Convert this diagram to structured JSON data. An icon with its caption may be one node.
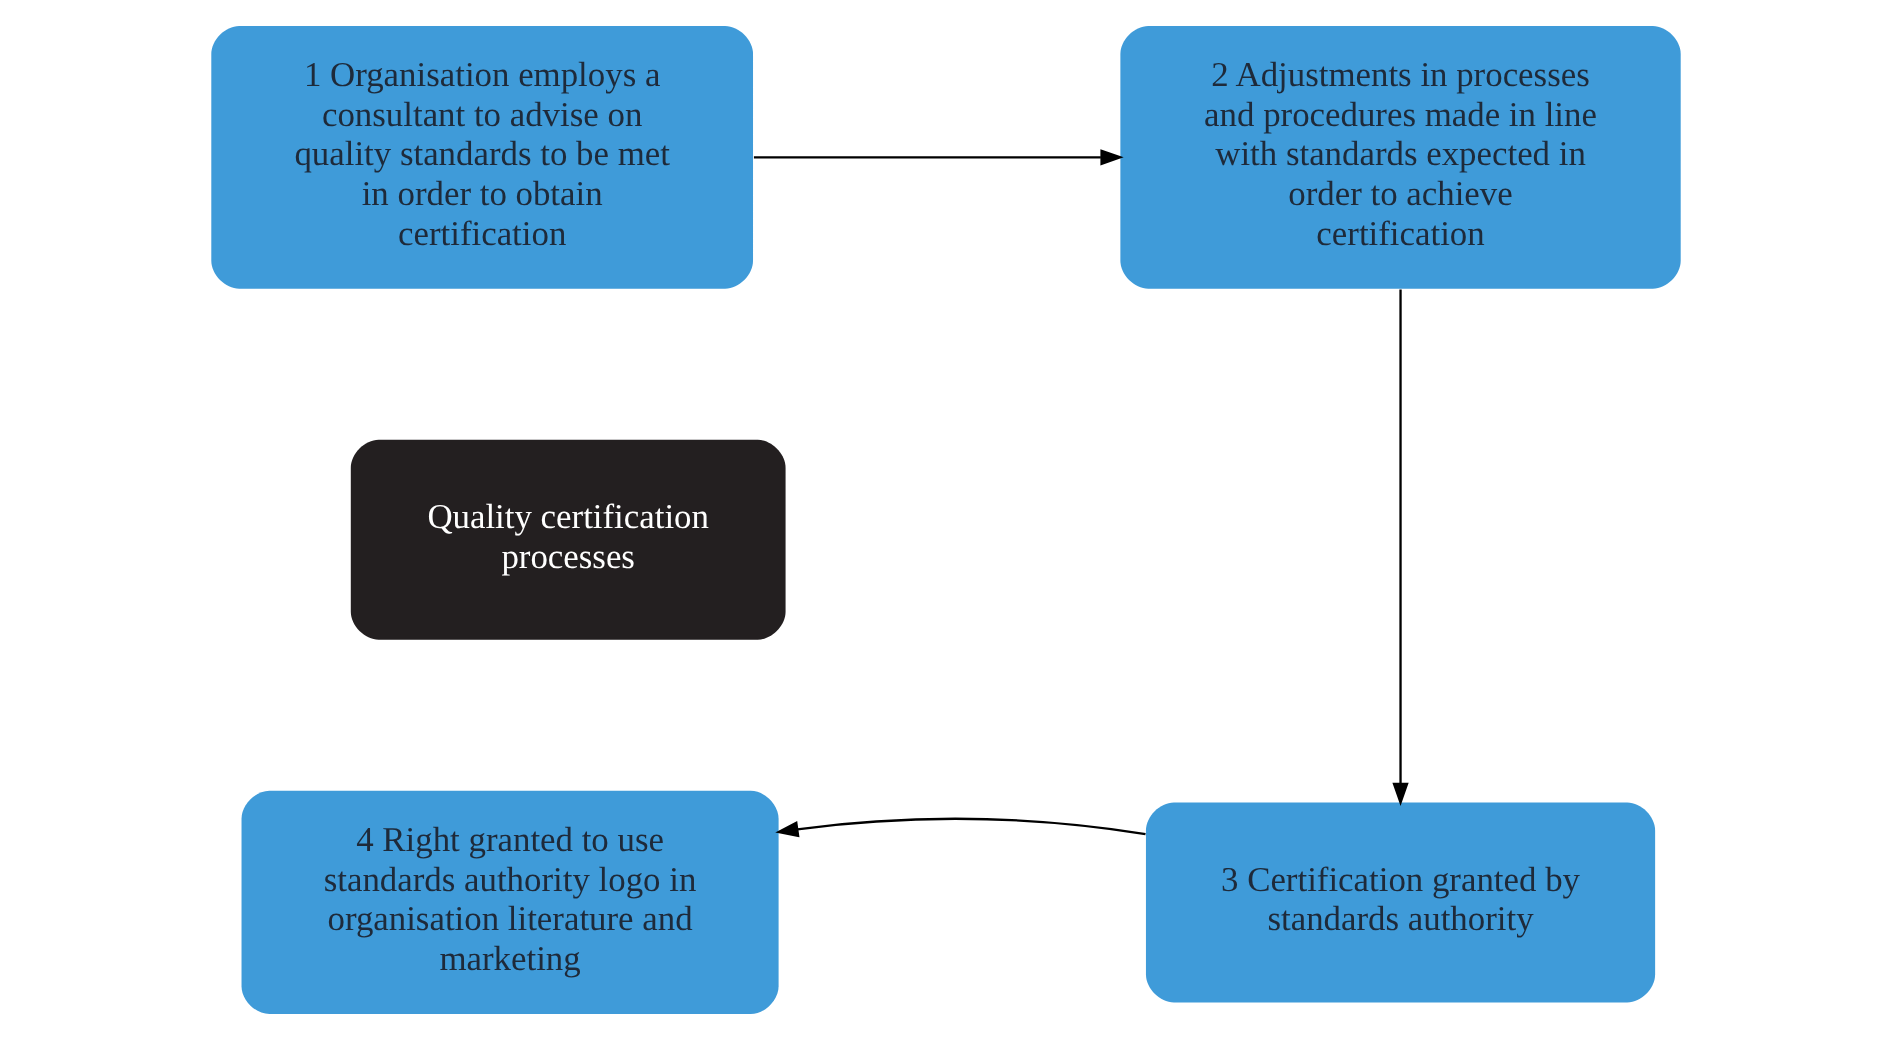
{
  "diagram": {
    "nodes": [
      {
        "text": [
          "1 Organisation employs a consultant to advise on quality standards to be met in order to obtain certification"
        ]
      },
      {
        "text": [
          "2 Adjustments in processes and procedures made in line with standards expected in order to achieve certification"
        ]
      },
      {
        "text": [
          "Quality certification processes"
        ]
      },
      {
        "text": [
          "4 Right granted to use standards authority logo in organisation literature and marketing"
        ]
      },
      {
        "text": [
          "3 Certification granted by standards authority"
        ]
      }
    ],
    "edges": [
      {
        "from": 0,
        "to": 1,
        "arrow": "to"
      },
      {
        "from": 1,
        "to": 4,
        "arrow": "to"
      },
      {
        "from": 4,
        "to": 3,
        "arrow": "to"
      }
    ]
  }
}
